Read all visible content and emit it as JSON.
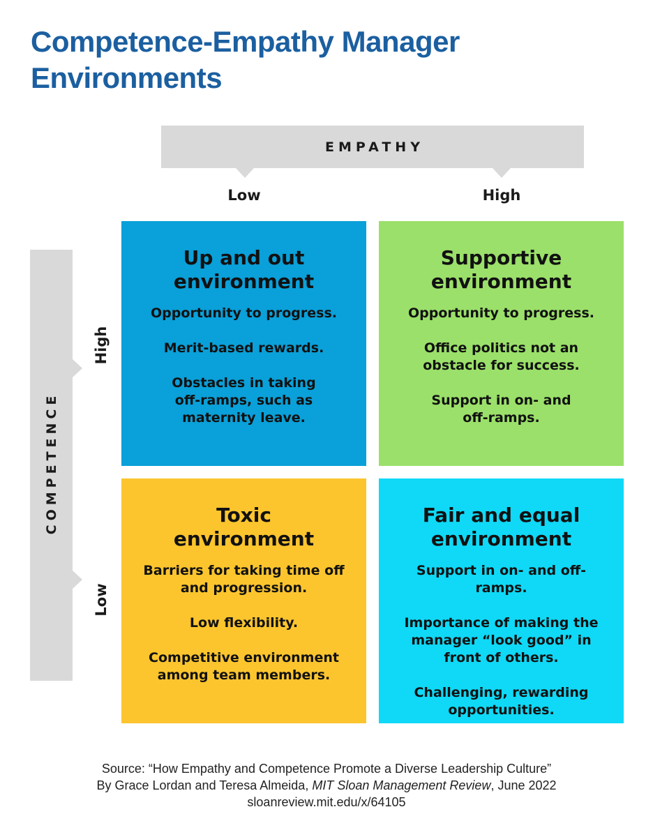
{
  "title": {
    "line1": "Competence-Empathy Manager",
    "line2": "Environments"
  },
  "axes": {
    "empathy": {
      "label": "EMPATHY",
      "low": "Low",
      "high": "High"
    },
    "competence": {
      "label": "COMPETENCE",
      "high": "High",
      "low": "Low"
    }
  },
  "quadrants": {
    "high_comp_low_emp": {
      "title_line1": "Up and out",
      "title_line2": "environment",
      "color": "#0aa0d9",
      "items": [
        [
          "Opportunity to progress."
        ],
        [
          "Merit-based rewards."
        ],
        [
          "Obstacles in taking",
          "off-ramps, such as",
          "maternity leave."
        ]
      ]
    },
    "high_comp_high_emp": {
      "title_line1": "Supportive",
      "title_line2": "environment",
      "color": "#9be06a",
      "items": [
        [
          "Opportunity to progress."
        ],
        [
          "Office politics not an",
          "obstacle for success."
        ],
        [
          "Support in on- and",
          "off-ramps."
        ]
      ]
    },
    "low_comp_low_emp": {
      "title_line1": "Toxic",
      "title_line2": "environment",
      "color": "#fcc52e",
      "items": [
        [
          "Barriers for taking time off",
          "and progression."
        ],
        [
          "Low flexibility."
        ],
        [
          "Competitive environment",
          "among team members."
        ]
      ]
    },
    "low_comp_high_emp": {
      "title_line1": "Fair and equal",
      "title_line2": "environment",
      "color": "#0fd9f7",
      "items": [
        [
          "Support in on- and off-ramps."
        ],
        [
          "Importance of making the",
          "manager “look good” in",
          "front of others."
        ],
        [
          "Challenging, rewarding",
          "opportunities."
        ]
      ]
    }
  },
  "source": {
    "line1": "Source: “How Empathy and Competence Promote a Diverse Leadership Culture”",
    "line2_prefix": "By Grace Lordan and Teresa Almeida, ",
    "line2_publication": "MIT Sloan Management Review",
    "line2_suffix": ", June 2022",
    "line3": "sloanreview.mit.edu/x/64105"
  }
}
